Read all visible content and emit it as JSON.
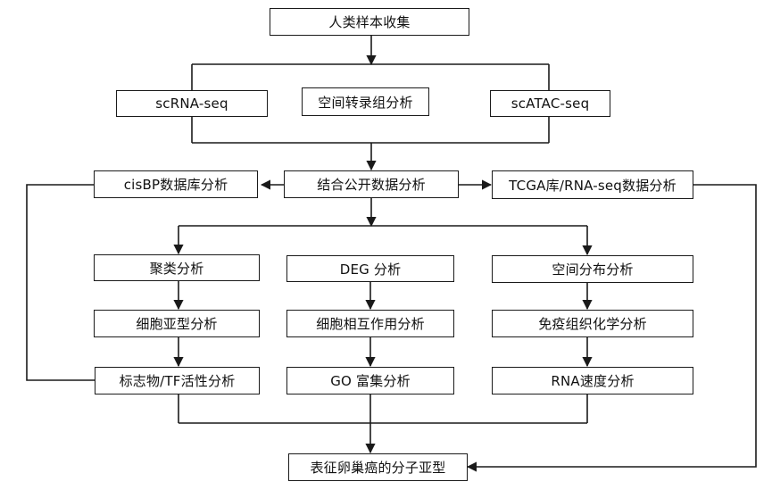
{
  "nodes": {
    "sample_collection": "人类样本收集",
    "scrna_seq": "scRNA-seq",
    "spatial_transcriptome": "空间转录组分析",
    "scatac_seq": "scATAC-seq",
    "cisbp": "cisBP数据库分析",
    "public_data": "结合公开数据分析",
    "tcga": "TCGA库/RNA-seq数据分析",
    "clustering": "聚类分析",
    "deg": "DEG 分析",
    "spatial_distribution": "空间分布分析",
    "cell_subtype": "细胞亚型分析",
    "cell_interaction": "细胞相互作用分析",
    "ihc": "免疫组织化学分析",
    "marker_tf": "标志物/TF活性分析",
    "go_enrichment": "GO 富集分析",
    "rna_velocity": "RNA速度分析",
    "ovarian_subtype": "表征卵巢癌的分子亚型"
  },
  "colors": {
    "line": "#1a1a1a",
    "box_fill": "#ffffff",
    "text": "#111111"
  }
}
